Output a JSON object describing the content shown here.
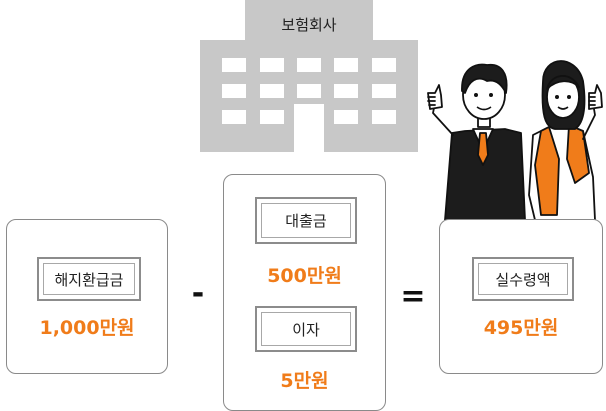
{
  "building": {
    "label": "보험회사"
  },
  "left_card": {
    "note_label": "해지환급금",
    "amount": "1,000만원"
  },
  "middle_card": {
    "loan": {
      "note_label": "대출금",
      "amount": "500만원"
    },
    "interest": {
      "note_label": "이자",
      "amount": "5만원"
    }
  },
  "right_card": {
    "note_label": "실수령액",
    "amount": "495만원"
  },
  "operators": {
    "minus": "-",
    "equals": "="
  },
  "colors": {
    "accent": "#f07c1a",
    "building": "#c8c8c8",
    "border": "#8a8a8a"
  }
}
